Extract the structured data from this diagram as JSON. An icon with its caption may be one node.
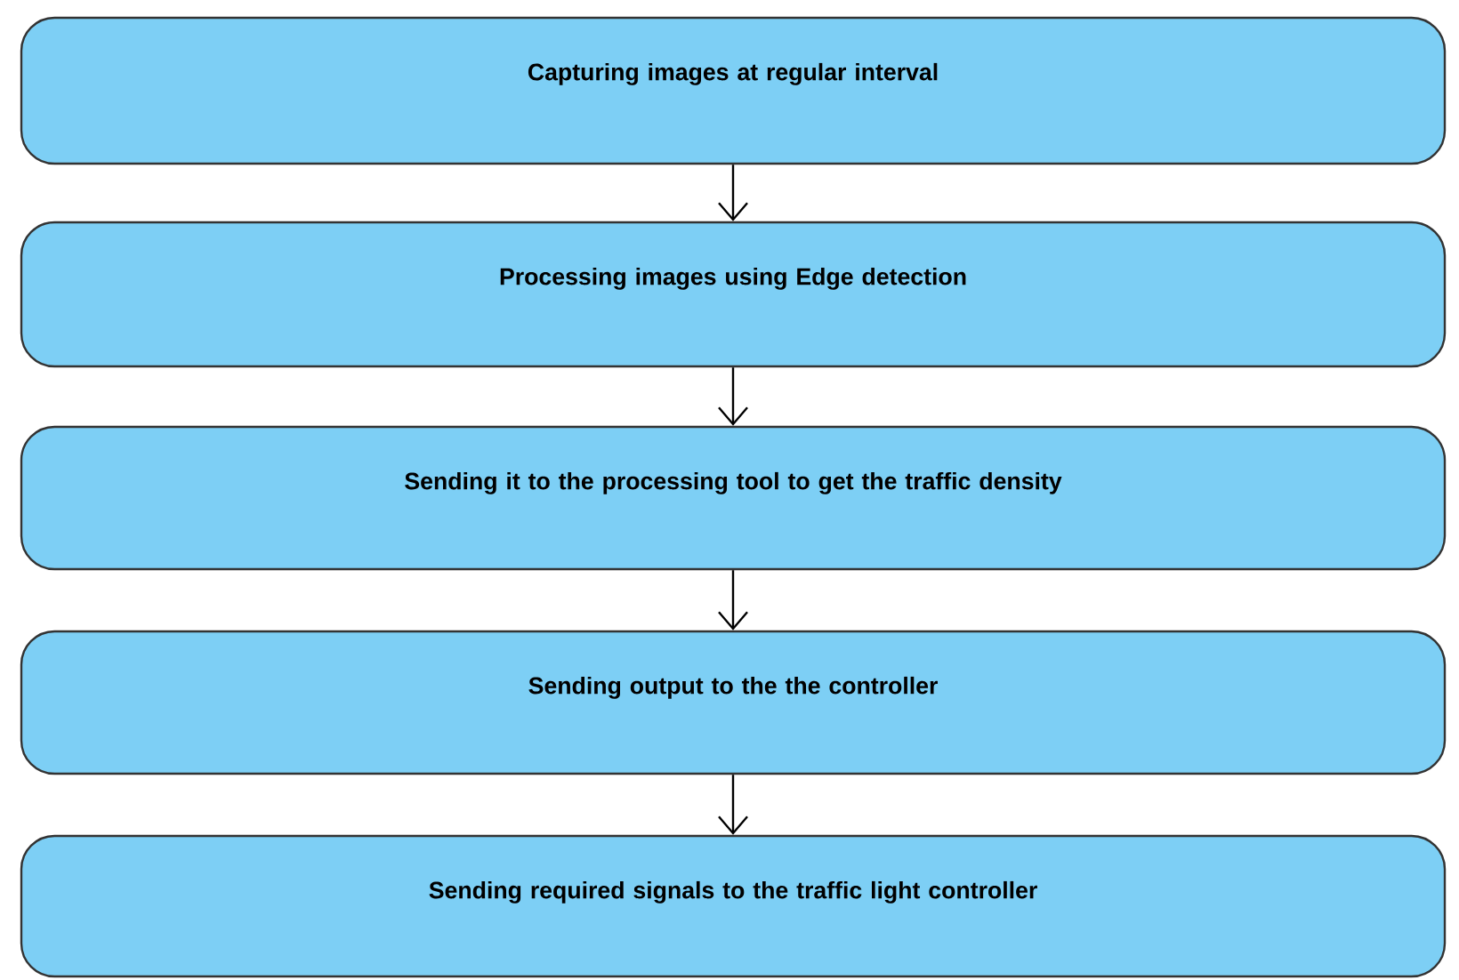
{
  "diagram": {
    "nodes": [
      {
        "text": [
          "Capturing images at regular interval"
        ]
      },
      {
        "text": [
          "Processing images using Edge detection"
        ]
      },
      {
        "text": [
          "Sending it to the processing tool to get the traffic density"
        ]
      },
      {
        "text": [
          "Sending output to the the controller"
        ]
      },
      {
        "text": [
          "Sending required signals to the traffic light controller"
        ]
      }
    ],
    "edges": [
      {
        "from": 0,
        "to": 1,
        "arrow": "to"
      },
      {
        "from": 1,
        "to": 2,
        "arrow": "to"
      },
      {
        "from": 2,
        "to": 3,
        "arrow": "to"
      },
      {
        "from": 3,
        "to": 4,
        "arrow": "to"
      }
    ]
  }
}
